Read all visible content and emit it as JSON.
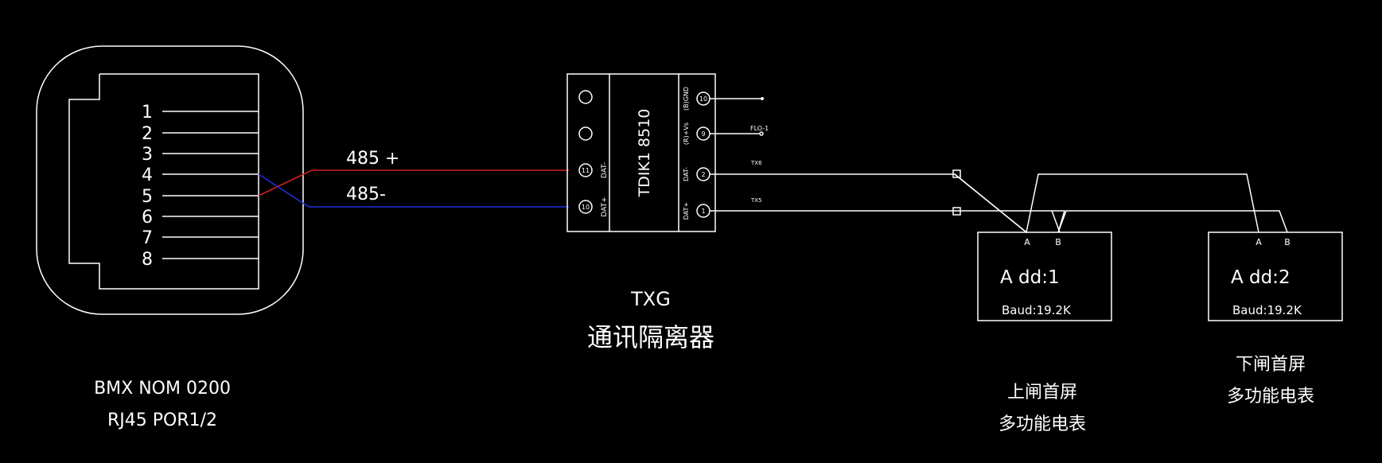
{
  "rj45": {
    "pins": [
      "1",
      "2",
      "3",
      "4",
      "5",
      "6",
      "7",
      "8"
    ],
    "caption_line1": "BMX NOM 0200",
    "caption_line2": "RJ45  POR1/2"
  },
  "wires": {
    "plus_label": "485 +",
    "minus_label": "485-",
    "plus_color": "#d21f1f",
    "minus_color": "#1f2fd8"
  },
  "isolator": {
    "model": "TDIK1   8510",
    "left_terminals": [
      "11",
      "10"
    ],
    "left_terminal_labels": [
      "DAT-",
      "DAT+"
    ],
    "right_terminals": [
      "10",
      "9",
      "2",
      "1"
    ],
    "right_terminal_labels": [
      "(B)GND",
      "(R)+Vs",
      "DAT-",
      "DAT+"
    ],
    "signal_labels": [
      "FLO-1",
      "TX6",
      "TX5"
    ],
    "caption_line1": "TXG",
    "caption_line2": "通讯隔离器"
  },
  "meter1": {
    "terminals": [
      "A",
      "B"
    ],
    "addr": "A  dd:1",
    "baud": "Baud:19.2K",
    "caption_line1": "上闸首屏",
    "caption_line2": "多功能电表"
  },
  "meter2": {
    "terminals": [
      "A",
      "B"
    ],
    "addr": "A  dd:2",
    "baud": "Baud:19.2K",
    "caption_line1": "下闸首屏",
    "caption_line2": "多功能电表"
  }
}
